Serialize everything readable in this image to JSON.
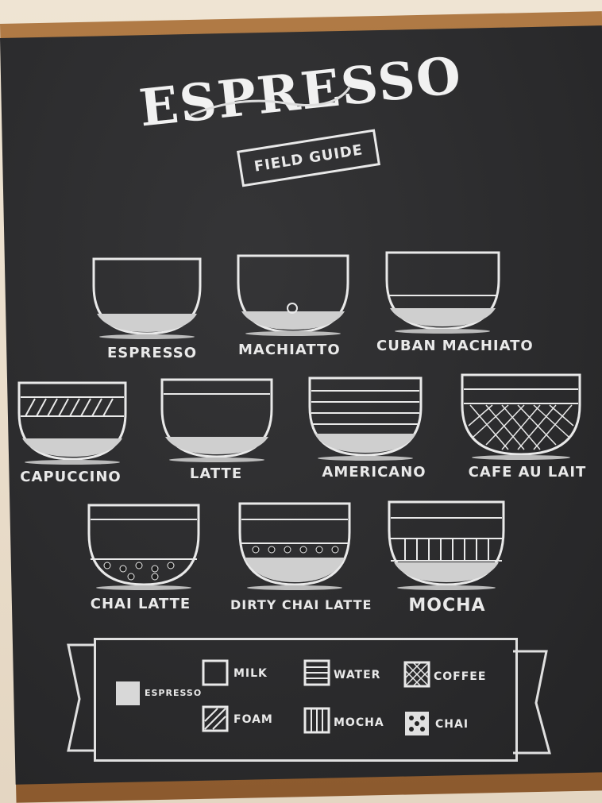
{
  "title": "ESPRESSO",
  "subtitle": "FIELD GUIDE",
  "drinks": [
    {
      "name": "ESPRESSO"
    },
    {
      "name": "MACHIATTO"
    },
    {
      "name": "CUBAN MACHIATO"
    },
    {
      "name": "CAPUCCINO"
    },
    {
      "name": "LATTE"
    },
    {
      "name": "AMERICANO"
    },
    {
      "name": "CAFE AU LAIT"
    },
    {
      "name": "CHAI LATTE"
    },
    {
      "name": "DIRTY CHAI LATTE"
    },
    {
      "name": "MOCHA"
    }
  ],
  "legend": {
    "espresso": "ESPRESSO",
    "milk": "MILK",
    "water": "WATER",
    "coffee": "COFFEE",
    "foam": "FOAM",
    "mocha": "MOCHA",
    "chai": "CHAI"
  },
  "colors": {
    "chalkboard": "#2a2a2c",
    "chalk": "#e9e9e9",
    "frame": "#9a663a"
  }
}
